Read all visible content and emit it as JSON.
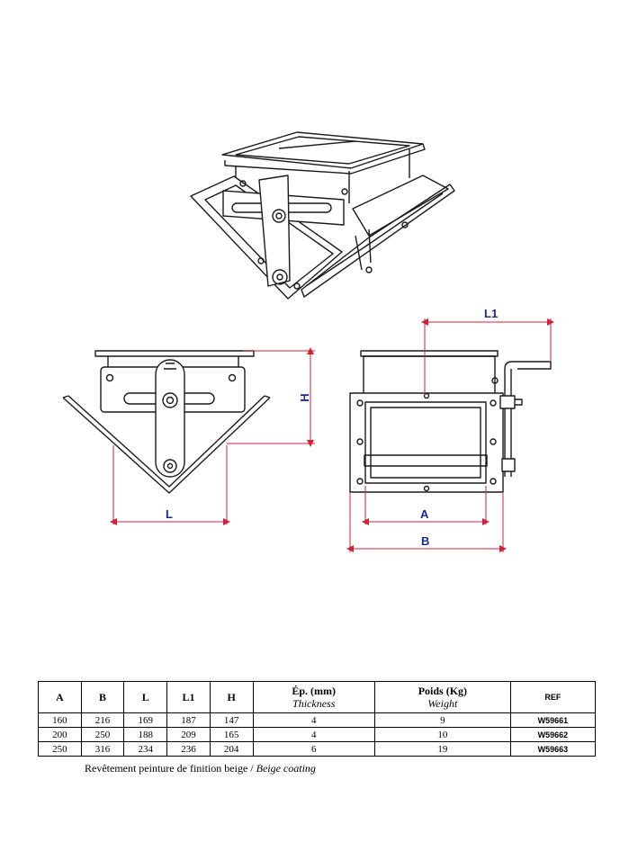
{
  "dimensions": {
    "L1": "L1",
    "H": "H",
    "L": "L",
    "A": "A",
    "B": "B"
  },
  "table": {
    "headers": [
      {
        "fr": "A",
        "en": ""
      },
      {
        "fr": "B",
        "en": ""
      },
      {
        "fr": "L",
        "en": ""
      },
      {
        "fr": "L1",
        "en": ""
      },
      {
        "fr": "H",
        "en": ""
      },
      {
        "fr": "Ép. (mm)",
        "en": "Thickness"
      },
      {
        "fr": "Poids (Kg)",
        "en": "Weight"
      },
      {
        "fr": "REF",
        "en": ""
      }
    ],
    "rows": [
      [
        "160",
        "216",
        "169",
        "187",
        "147",
        "4",
        "9",
        "W59661"
      ],
      [
        "200",
        "250",
        "188",
        "209",
        "165",
        "4",
        "10",
        "W59662"
      ],
      [
        "250",
        "316",
        "234",
        "236",
        "204",
        "6",
        "19",
        "W59663"
      ]
    ]
  },
  "note": {
    "fr": "Revêtement peinture de finition beige / ",
    "en": "Beige coating"
  },
  "colors": {
    "dimension_line": "#d0203a",
    "dimension_label": "#1a2a8a",
    "drawing_line": "#1a1a1a"
  }
}
